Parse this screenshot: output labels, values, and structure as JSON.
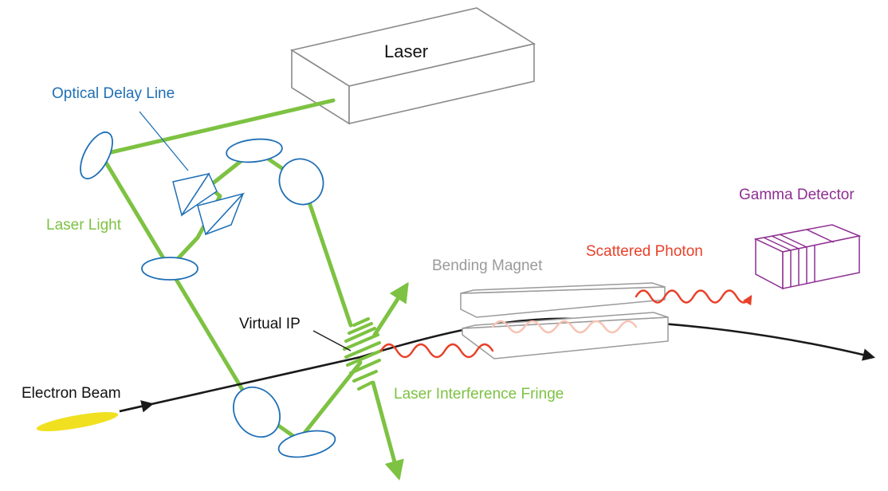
{
  "labels": {
    "laser": "Laser",
    "optical_delay_line": "Optical Delay Line",
    "laser_light": "Laser Light",
    "gamma_detector": "Gamma Detector",
    "scattered_photon": "Scattered Photon",
    "bending_magnet": "Bending Magnet",
    "virtual_ip": "Virtual IP",
    "electron_beam": "Electron Beam",
    "laser_interference_fringe": "Laser Interference Fringe"
  },
  "colors": {
    "laser_beam": "#7dc242",
    "optics": "#1f6fb5",
    "photon": "#e8402a",
    "detector": "#8e2f92",
    "magnet": "#9a9a9a",
    "electron_beam": "#1a1a1a",
    "electron_bunch": "#f0e020",
    "text_dark": "#111111"
  }
}
